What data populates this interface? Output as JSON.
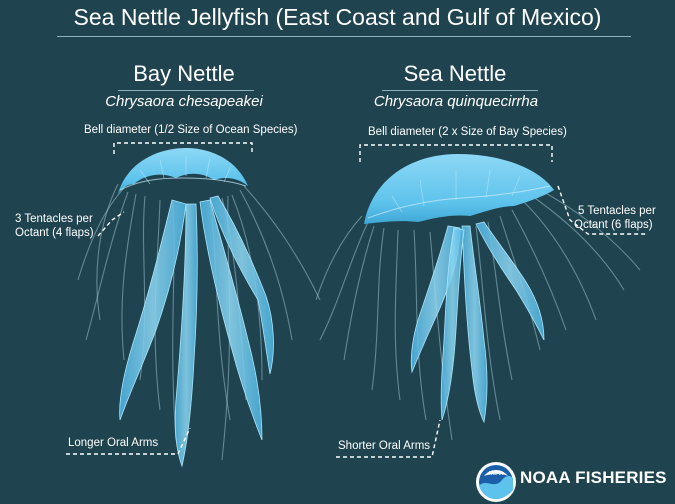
{
  "title": "Sea Nettle Jellyfish (East Coast and Gulf of Mexico)",
  "bay": {
    "name": "Bay Nettle",
    "scientific": "Chrysaora chesapeakei",
    "bell_label": "Bell diameter (1/2 Size of Ocean Species)",
    "tentacle_label_1": "3 Tentacles per",
    "tentacle_label_2": "Octant (4 flaps)",
    "oral_label": "Longer Oral Arms"
  },
  "sea": {
    "name": "Sea Nettle",
    "scientific": "Chrysaora quinquecirrha",
    "bell_label": "Bell diameter (2 x Size of Bay Species)",
    "tentacle_label_1": "5 Tentacles per",
    "tentacle_label_2": "Octant (6 flaps)",
    "oral_label": "Shorter Oral Arms"
  },
  "logo": {
    "emblem_text": "NOAA",
    "text": "NOAA FISHERIES"
  },
  "colors": {
    "background": "#1f4450",
    "jelly": "#5ec3ec",
    "jelly_light": "#a9e4fa",
    "tentacle": "#b7dbe6",
    "text": "#ffffff"
  }
}
